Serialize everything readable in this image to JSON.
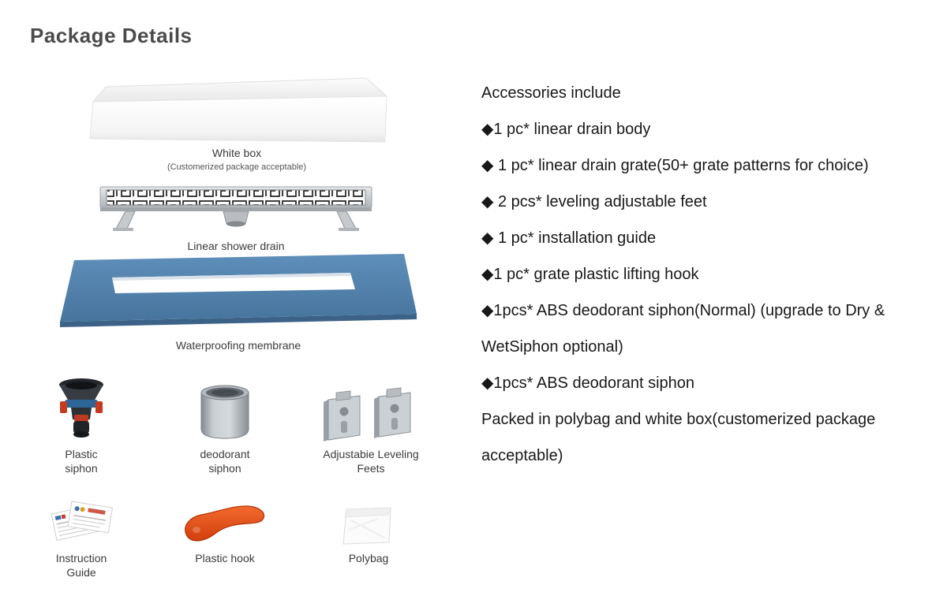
{
  "title": "Package Details",
  "colors": {
    "membrane_blue": "#4b7fa9",
    "hook_orange": "#e04a12",
    "title_gray": "#4b4b4b",
    "body_text": "#181818"
  },
  "gallery": {
    "white_box": {
      "label": "White box",
      "note": "(Customerized package acceptable)"
    },
    "shower_drain": {
      "label": "Linear shower drain"
    },
    "membrane": {
      "label": "Waterproofing membrane"
    },
    "small_items": [
      {
        "label": "Plastic\nsiphon"
      },
      {
        "label": "deodorant\nsiphon"
      },
      {
        "label": "Adjustabie Leveling\nFeets"
      },
      {
        "label": "Instruction\nGuide"
      },
      {
        "label": "Plastic hook"
      },
      {
        "label": "Polybag"
      }
    ]
  },
  "accessories": {
    "heading": "Accessories include",
    "lines": [
      "◆1 pc* linear drain body",
      "◆ 1 pc* linear drain grate(50+ grate patterns for choice)",
      "◆ 2 pcs* leveling adjustable feet",
      "◆ 1 pc* installation guide",
      "◆1 pc* grate plastic lifting hook",
      "◆1pcs* ABS deodorant siphon(Normal) (upgrade to Dry & WetSiphon optional)",
      "◆1pcs* ABS deodorant siphon",
      "Packed in polybag and white box(customerized package acceptable)"
    ]
  }
}
